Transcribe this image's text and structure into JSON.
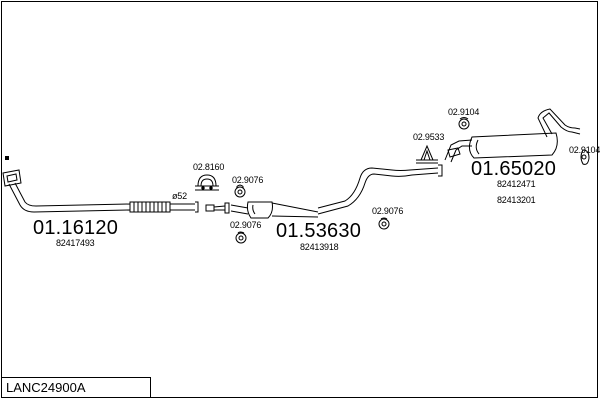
{
  "diagram": {
    "code": "LANC24900A",
    "parts": [
      {
        "id": "front",
        "number": "01.16120",
        "oem": [
          "82417493"
        ]
      },
      {
        "id": "middle",
        "number": "01.53630",
        "oem": [
          "82413918"
        ]
      },
      {
        "id": "rear",
        "number": "01.65020",
        "oem": [
          "82412471",
          "82413201"
        ]
      }
    ],
    "accessories": {
      "clamp_8160": "02.8160",
      "mount_9076_a": "02.9076",
      "mount_9076_b": "02.9076",
      "mount_9076_c": "02.9076",
      "clamp_9533": "02.9533",
      "mount_9104_a": "02.9104",
      "mount_9104_b": "02.9104"
    },
    "diameter_label": "ø52"
  }
}
